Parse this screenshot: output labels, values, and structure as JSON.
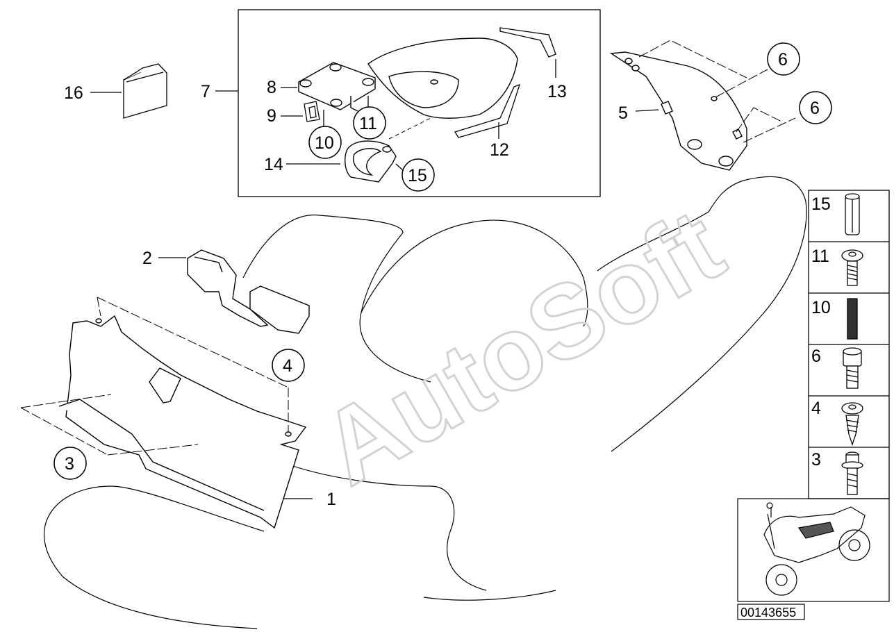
{
  "watermark": "AutoSoft",
  "reference_number": "00143655",
  "callouts": [
    {
      "id": "16",
      "text": "16"
    },
    {
      "id": "7",
      "text": "7"
    },
    {
      "id": "8",
      "text": "8"
    },
    {
      "id": "9",
      "text": "9"
    },
    {
      "id": "10",
      "text": "10"
    },
    {
      "id": "11",
      "text": "11"
    },
    {
      "id": "12",
      "text": "12"
    },
    {
      "id": "13",
      "text": "13"
    },
    {
      "id": "14",
      "text": "14"
    },
    {
      "id": "15",
      "text": "15"
    },
    {
      "id": "5",
      "text": "5"
    },
    {
      "id": "6a",
      "text": "6"
    },
    {
      "id": "6b",
      "text": "6"
    },
    {
      "id": "2",
      "text": "2"
    },
    {
      "id": "4",
      "text": "4"
    },
    {
      "id": "3",
      "text": "3"
    },
    {
      "id": "1",
      "text": "1"
    }
  ],
  "fastener_legend": [
    {
      "id": "15",
      "text": "15",
      "icon": "roll-pin-icon"
    },
    {
      "id": "11",
      "text": "11",
      "icon": "spring-screw-icon"
    },
    {
      "id": "10",
      "text": "10",
      "icon": "threaded-rod-icon"
    },
    {
      "id": "6",
      "text": "6",
      "icon": "socket-screw-icon"
    },
    {
      "id": "4",
      "text": "4",
      "icon": "self-tapping-screw-icon"
    },
    {
      "id": "3",
      "text": "3",
      "icon": "collar-bolt-icon"
    }
  ]
}
